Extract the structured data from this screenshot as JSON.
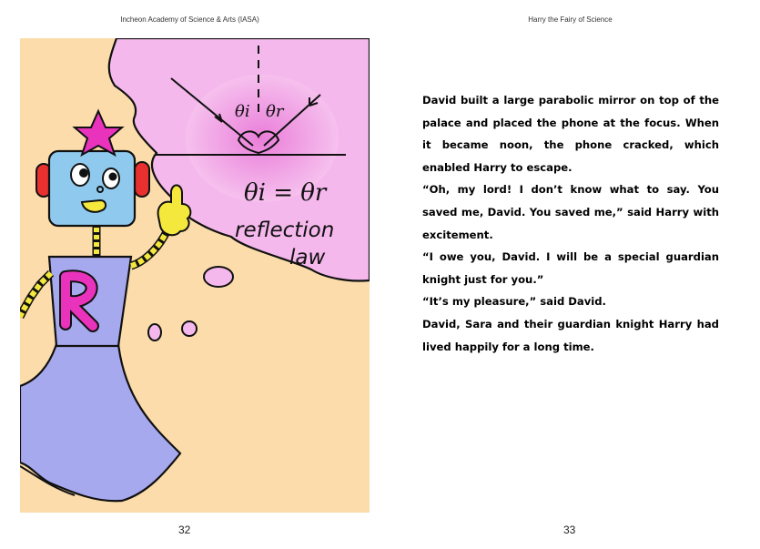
{
  "header": {
    "left": "Incheon Academy of Science & Arts (IASA)",
    "right": "Harry the Fairy of Science"
  },
  "illustration": {
    "angle_incident": "θi",
    "angle_reflected": "θr",
    "equation": "θi = θr",
    "law_line1": "reflection",
    "law_line2": "law",
    "robot_letter": "R"
  },
  "story": {
    "paragraphs": [
      "David built a large parabolic mirror on top of the palace and placed the phone at the focus. When it became noon, the phone cracked, which enabled Harry to escape.",
      "“Oh, my lord! I don’t know what to say. You saved me, David. You saved me,” said Harry with excitement.",
      "“I owe you, David. I will be a special guardian knight just for you.”",
      " “It’s my pleasure,” said David.",
      "David, Sara and their guardian knight Harry had lived happily for a long time."
    ]
  },
  "page_numbers": {
    "left": "32",
    "right": "33"
  },
  "colors": {
    "background_cream": "#fbdcaa",
    "bubble_pink": "#f5b8ec",
    "robot_body": "#a7a9ee",
    "star_magenta": "#ea33bd",
    "head_blue": "#8fcaee",
    "yellow": "#f5e83c",
    "red": "#e8302f"
  }
}
